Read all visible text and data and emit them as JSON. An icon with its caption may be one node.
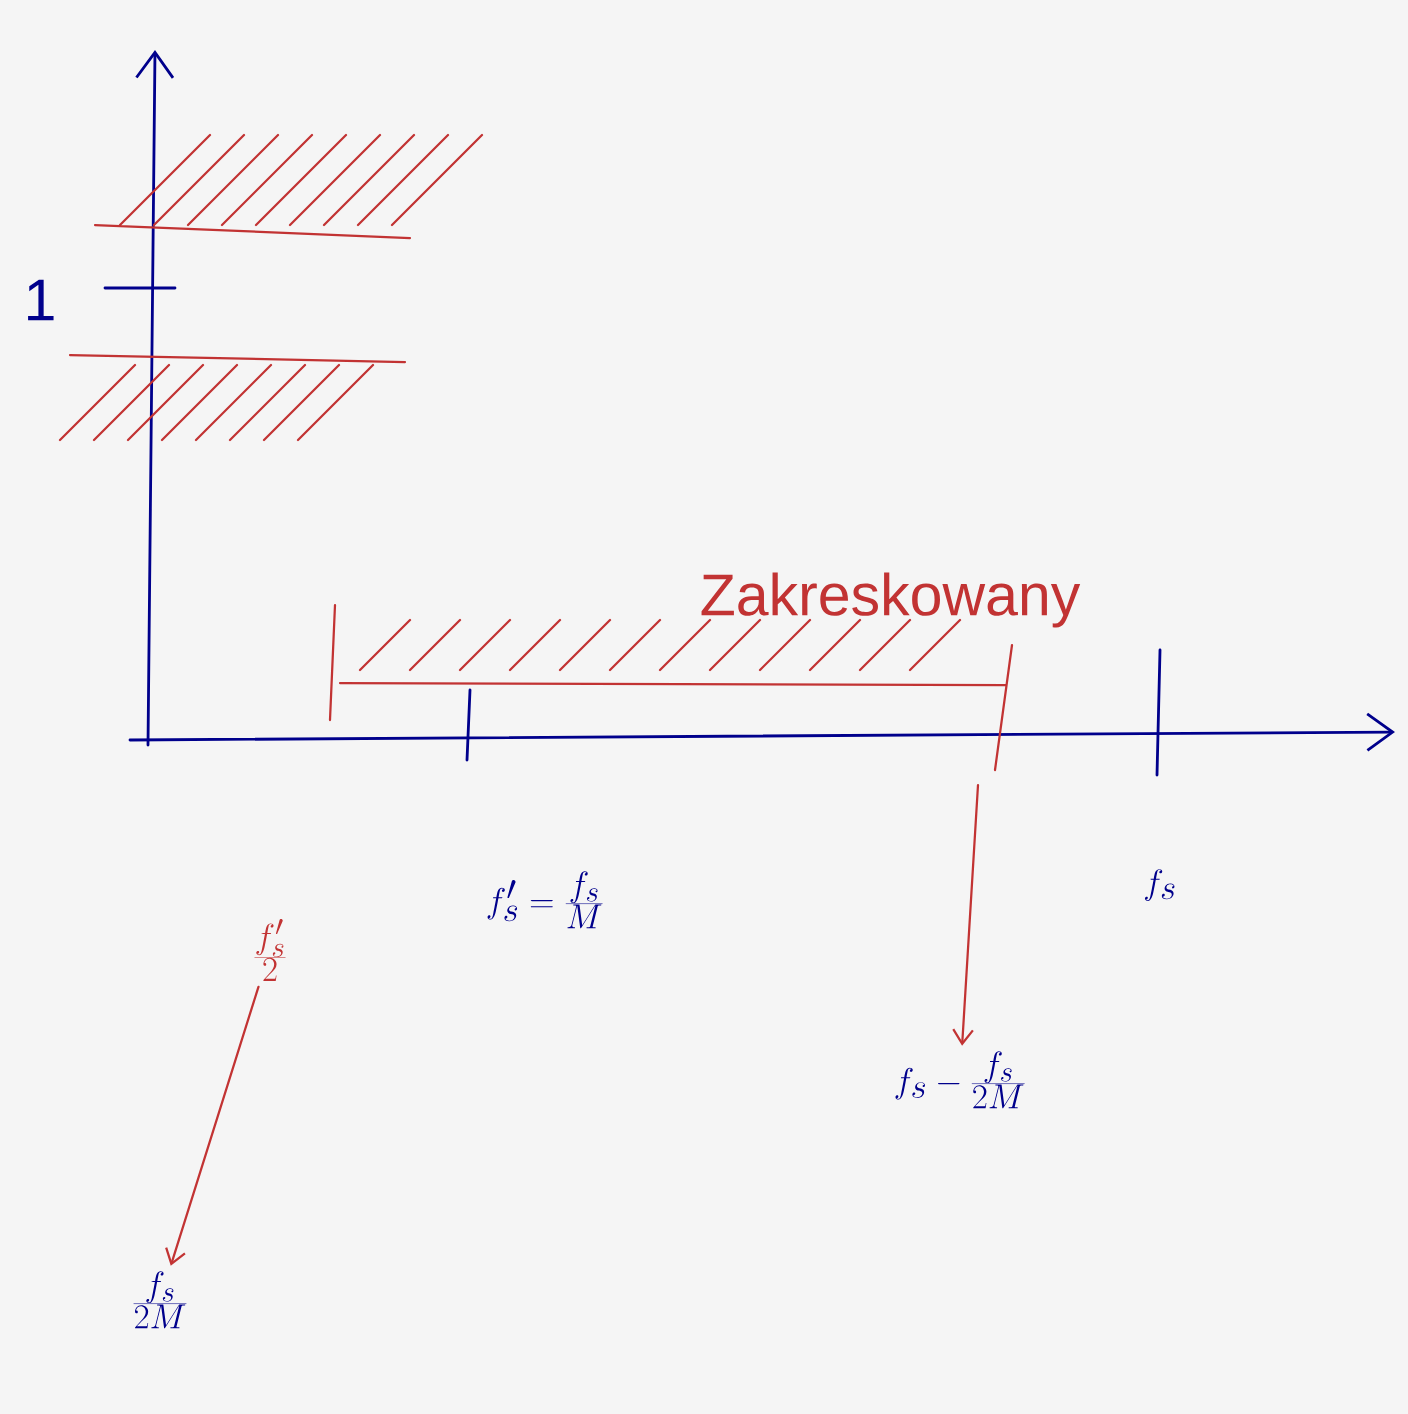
{
  "diagram": {
    "nodes": [
      {
        "text": [
          "\\frac{f_s'}{2}"
        ]
      },
      {
        "text": [
          "\\frac{f_s}{2M}"
        ]
      },
      {
        "text": [
          "f_s-\\frac{f_s}{2M}"
        ]
      }
    ],
    "edges": [
      {
        "from": 0,
        "to": 1,
        "arrow": "to"
      },
      {
        "from": null,
        "to": 2,
        "arrow": "to"
      }
    ],
    "labels": [
      "1",
      "Zakreskowany",
      "f_s' = \\frac{f_s}{M}",
      "f_s"
    ]
  }
}
